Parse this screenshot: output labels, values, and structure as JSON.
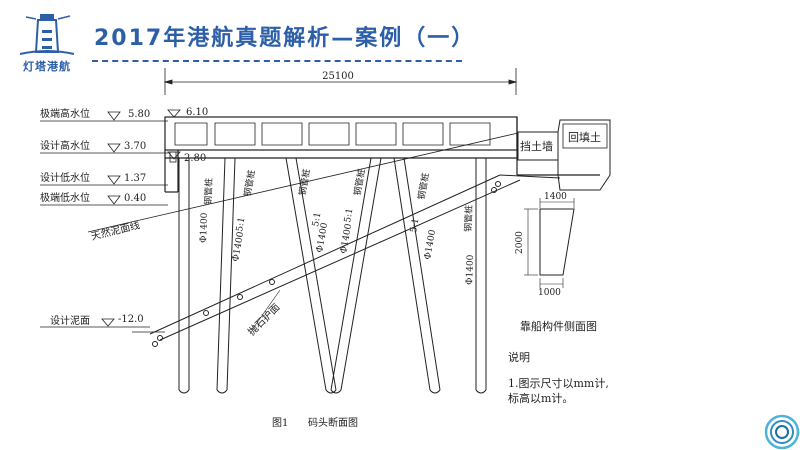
{
  "header": {
    "logo_text": "灯塔港航",
    "title": "2017年港航真题解析—案例（一）"
  },
  "levels": [
    {
      "label": "极端高水位",
      "value": "5.80"
    },
    {
      "label": "设计高水位",
      "value": "3.70"
    },
    {
      "label": "设计低水位",
      "value": "1.37"
    },
    {
      "label": "极端低水位",
      "value": "0.40"
    }
  ],
  "dimension_top": "25100",
  "deck_top_elev": "6.10",
  "deck_bottom_elev": "2.80",
  "labels": {
    "retaining_wall": "挡土墙",
    "backfill": "回填土",
    "natural_mudline": "天然泥面线",
    "design_mudline": "设计泥面",
    "design_mudline_elev": "-12.0",
    "riprap": "抛石护面",
    "pile_text": "钢管桩",
    "pile_dia": "Φ1400",
    "batter": "5:1"
  },
  "fender": {
    "title": "靠船构件侧面图",
    "width": "1400",
    "height": "2000",
    "bottom": "1000"
  },
  "notes": {
    "heading": "说明",
    "line1": "1.图示尺寸以mm计,",
    "line2": "标高以m计。"
  },
  "caption": {
    "number": "图1",
    "text": "码头断面图"
  }
}
